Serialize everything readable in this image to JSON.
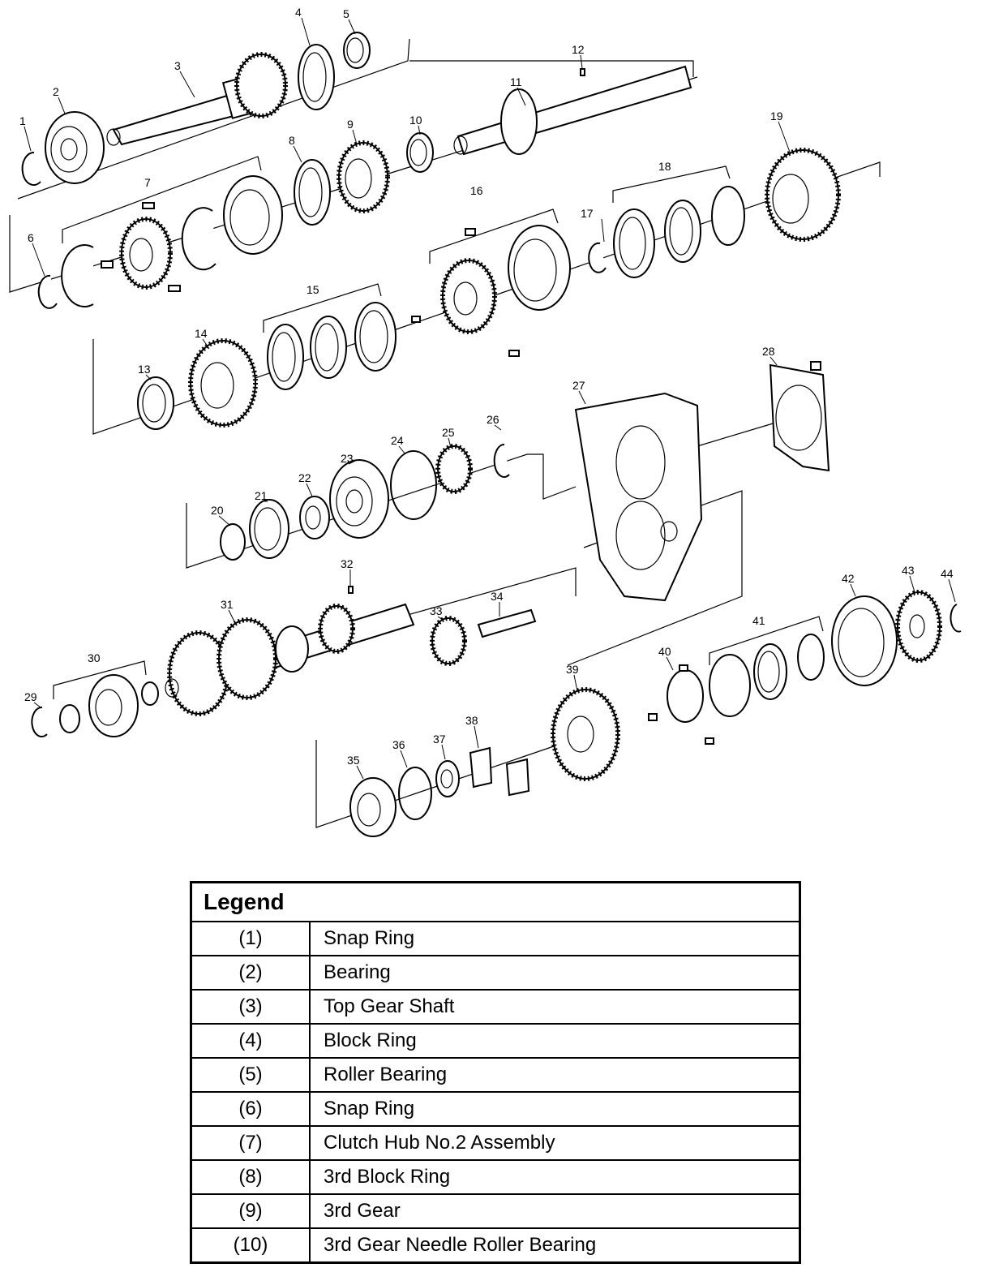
{
  "callouts": [
    "1",
    "2",
    "3",
    "4",
    "5",
    "6",
    "7",
    "8",
    "9",
    "10",
    "11",
    "12",
    "13",
    "14",
    "15",
    "16",
    "17",
    "18",
    "19",
    "20",
    "21",
    "22",
    "23",
    "24",
    "25",
    "26",
    "27",
    "28",
    "29",
    "30",
    "31",
    "32",
    "33",
    "34",
    "35",
    "36",
    "37",
    "38",
    "39",
    "40",
    "41",
    "42",
    "43",
    "44"
  ],
  "legend": {
    "title": "Legend",
    "rows": [
      {
        "code": "(1)",
        "desc": "Snap Ring"
      },
      {
        "code": "(2)",
        "desc": "Bearing"
      },
      {
        "code": "(3)",
        "desc": "Top Gear Shaft"
      },
      {
        "code": "(4)",
        "desc": "Block Ring"
      },
      {
        "code": "(5)",
        "desc": "Roller Bearing"
      },
      {
        "code": "(6)",
        "desc": "Snap Ring"
      },
      {
        "code": "(7)",
        "desc": "Clutch Hub No.2 Assembly"
      },
      {
        "code": "(8)",
        "desc": "3rd Block Ring"
      },
      {
        "code": "(9)",
        "desc": "3rd Gear"
      },
      {
        "code": "(10)",
        "desc": "3rd Gear Needle Roller Bearing"
      }
    ]
  }
}
